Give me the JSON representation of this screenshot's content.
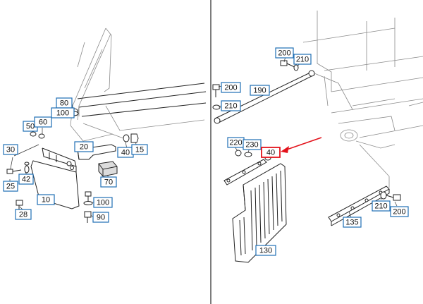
{
  "colors": {
    "callout_border": "#1f6fb5",
    "highlight_border": "#e3121b",
    "arrow": "#e3121b",
    "divider": "#444444",
    "linework": "#222222"
  },
  "highlighted_part": "40",
  "left_panel": {
    "callouts": [
      "80",
      "100",
      "50",
      "60",
      "30",
      "20",
      "40",
      "15",
      "25",
      "42",
      "10",
      "70",
      "100",
      "90",
      "28"
    ]
  },
  "right_panel": {
    "callouts": [
      "200",
      "210",
      "200",
      "190",
      "210",
      "220",
      "230",
      "40",
      "210",
      "200",
      "135",
      "130"
    ]
  }
}
